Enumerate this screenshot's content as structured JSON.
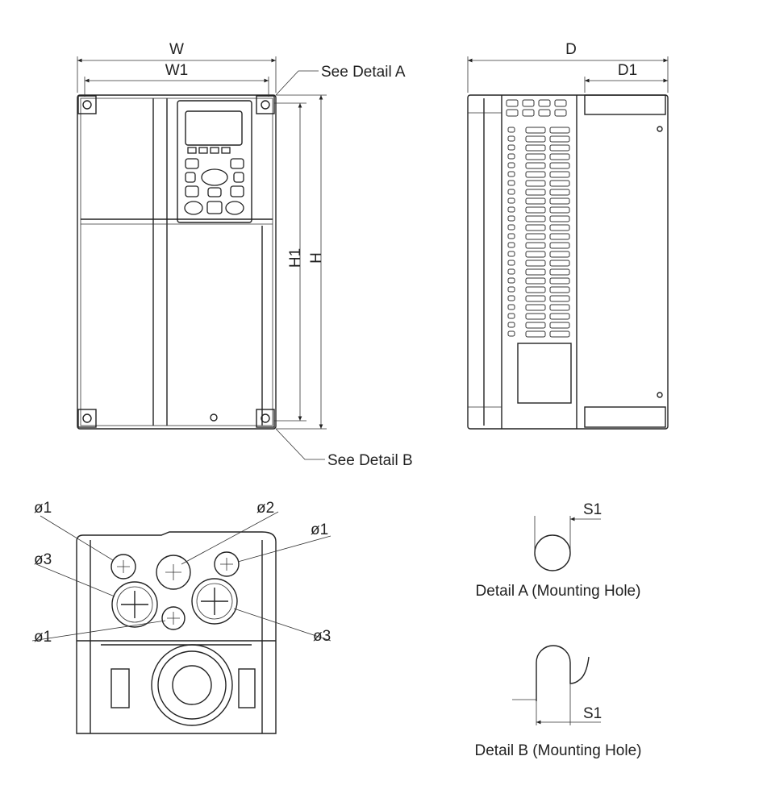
{
  "front_view": {
    "width_label": "W",
    "width1_label": "W1",
    "height1_label": "H1",
    "height_label": "H",
    "detail_a_ref": "See Detail A",
    "detail_b_ref": "See Detail B"
  },
  "side_view": {
    "depth_label": "D",
    "depth1_label": "D1"
  },
  "bottom_view": {
    "holes": [
      "ø1",
      "ø2",
      "ø1",
      "ø3",
      "ø1",
      "ø3"
    ]
  },
  "detail_a": {
    "dim_label": "S1",
    "caption": "Detail A (Mounting Hole)"
  },
  "detail_b": {
    "dim_label": "S1",
    "caption": "Detail B (Mounting Hole)"
  }
}
